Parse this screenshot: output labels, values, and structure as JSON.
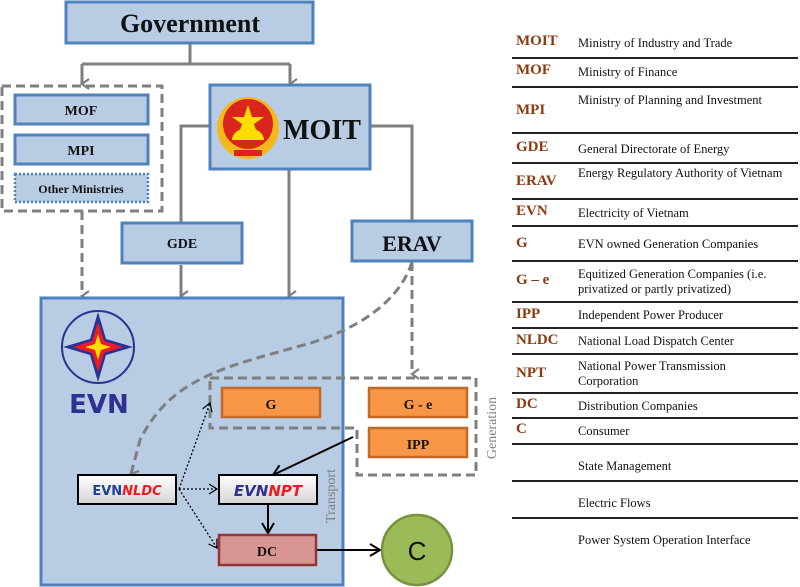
{
  "diagram": {
    "government": "Government",
    "moit": "MOIT",
    "mof": "MOF",
    "mpi": "MPI",
    "other_ministries": "Other Ministries",
    "gde": "GDE",
    "erav": "ERAV",
    "evn_logo_text": "EVN",
    "g": "G",
    "g_e": "G - e",
    "ipp": "IPP",
    "nldc_prefix": "EVN",
    "nldc_suffix": "NLDC",
    "npt_prefix": "EVN",
    "npt_suffix": "NPT",
    "dc": "DC",
    "consumer": "C",
    "generation_label": "Generation",
    "transport_label": "Transport"
  },
  "colors": {
    "box_fill": "#b8cce4",
    "box_stroke": "#4f81bd",
    "orange_fill": "#f79646",
    "orange_stroke": "#c0692b",
    "dc_fill": "#d99594",
    "dc_stroke": "#943634",
    "consumer_fill": "#9bbb59",
    "consumer_stroke": "#76923c",
    "arrow_gray": "#7f7f7f",
    "legend_abbr": "#8b3a0f",
    "evn_blue": "#2e3192",
    "evn_red": "#ed1c24"
  },
  "legend": {
    "items": [
      {
        "abbr": "MOIT",
        "desc": "Ministry of Industry  and Trade"
      },
      {
        "abbr": "MOF",
        "desc": "Ministry of Finance"
      },
      {
        "abbr": "MPI",
        "desc": "Ministry of Planning  and Investment"
      },
      {
        "abbr": "GDE",
        "desc": "General Directorate of Energy"
      },
      {
        "abbr": "ERAV",
        "desc": "Energy Regulatory Authority of Vietnam"
      },
      {
        "abbr": "EVN",
        "desc": "Electricity of Vietnam"
      },
      {
        "abbr": "G",
        "desc": "EVN owned Generation Companies"
      },
      {
        "abbr": "G – e",
        "desc": "Equitized Generation Companies (i.e. privatized or partly privatized)"
      },
      {
        "abbr": "IPP",
        "desc": "Independent Power Producer"
      },
      {
        "abbr": "NLDC",
        "desc": "National Load Dispatch Center"
      },
      {
        "abbr": "NPT",
        "desc": "National Power Transmission Corporation"
      },
      {
        "abbr": "DC",
        "desc": "Distribution Companies"
      },
      {
        "abbr": "C",
        "desc": "Consumer"
      },
      {
        "abbr": "",
        "desc": "State Management"
      },
      {
        "abbr": "",
        "desc": "Electric Flows"
      },
      {
        "abbr": "",
        "desc": "Power System Operation Interface"
      }
    ]
  }
}
